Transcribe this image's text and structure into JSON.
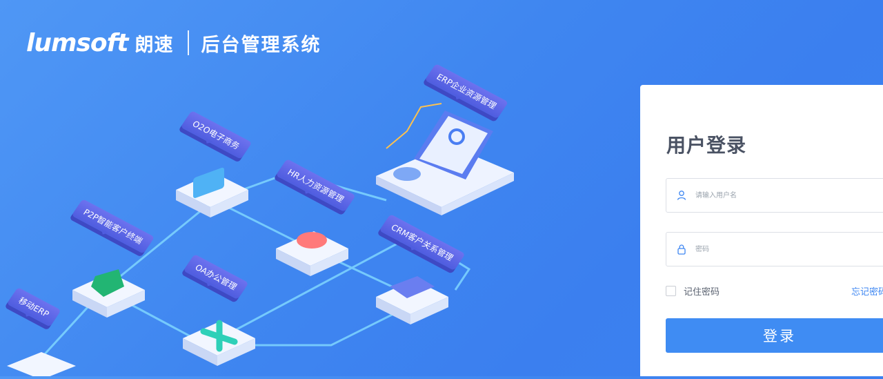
{
  "brand": {
    "logo_text": "lumsoft",
    "cn_name": "朗速",
    "system_name": "后台管理系统"
  },
  "illustration": {
    "tags": [
      "ERP企业资源管理",
      "O2O电子商务",
      "HR人力资源管理",
      "P2P智能客户终端",
      "CRM客户关系管理",
      "OA办公管理",
      "移动ERP"
    ]
  },
  "login": {
    "title": "用户登录",
    "username_placeholder": "请输入用户名",
    "password_placeholder": "密码",
    "remember_label": "记住密码",
    "forgot_label": "忘记密码",
    "submit_label": "登录"
  },
  "colors": {
    "background": "#3f86f0",
    "primary_button": "#3f8cf3",
    "link": "#3d86f2",
    "tag": "#5a63e6"
  }
}
